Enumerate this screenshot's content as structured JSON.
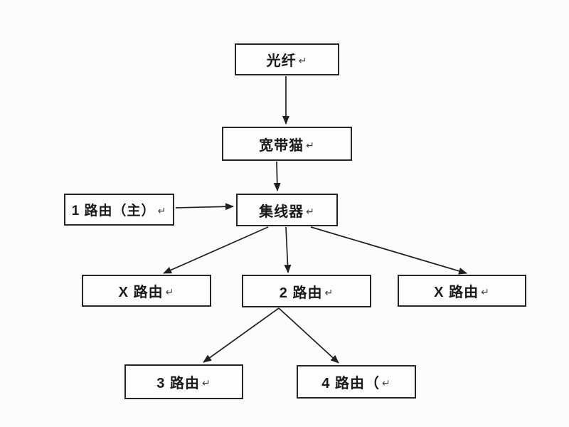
{
  "diagram": {
    "type": "flowchart",
    "paragraph_mark": "↵",
    "colors": {
      "background": "#fcfcfc",
      "box_fill": "#fdfdfd",
      "border": "#262626",
      "line": "#1f1f1f",
      "text": "#1a1a1a",
      "mark": "#3f3f3f"
    },
    "nodes": {
      "fiber": {
        "label": "光纤"
      },
      "modem": {
        "label": "宽带猫"
      },
      "router1_main": {
        "label": "1 路由（主）"
      },
      "hub": {
        "label": "集线器"
      },
      "routerX_left": {
        "label": "X 路由"
      },
      "router2": {
        "label": "2 路由"
      },
      "routerX_right": {
        "label": "X 路由"
      },
      "router3": {
        "label": "3 路由"
      },
      "router4": {
        "label": "4 路由（"
      }
    },
    "edges": [
      {
        "from": "fiber",
        "to": "modem"
      },
      {
        "from": "modem",
        "to": "hub"
      },
      {
        "from": "router1_main",
        "to": "hub"
      },
      {
        "from": "hub",
        "to": "routerX_left"
      },
      {
        "from": "hub",
        "to": "router2"
      },
      {
        "from": "hub",
        "to": "routerX_right"
      },
      {
        "from": "router2",
        "to": "router3"
      },
      {
        "from": "router2",
        "to": "router4"
      }
    ]
  }
}
